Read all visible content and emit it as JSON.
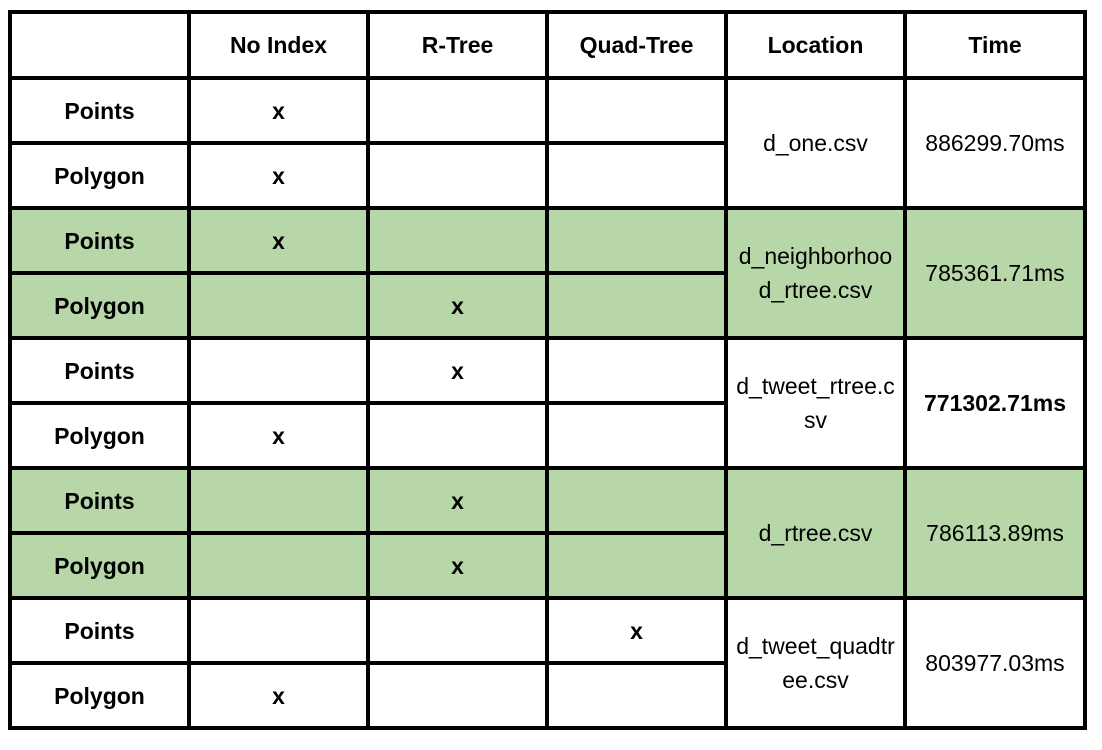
{
  "table": {
    "headers": [
      "",
      "No Index",
      "R-Tree",
      "Quad-Tree",
      "Location",
      "Time"
    ],
    "groups": [
      {
        "shaded": false,
        "location": "d_one.csv",
        "time": "886299.70ms",
        "time_bold": false,
        "rows": [
          {
            "label": "Points",
            "no_index": "x",
            "r_tree": "",
            "quad_tree": ""
          },
          {
            "label": "Polygon",
            "no_index": "x",
            "r_tree": "",
            "quad_tree": ""
          }
        ]
      },
      {
        "shaded": true,
        "location": "d_neighborhood_rtree.csv",
        "time": "785361.71ms",
        "time_bold": false,
        "rows": [
          {
            "label": "Points",
            "no_index": "x",
            "r_tree": "",
            "quad_tree": ""
          },
          {
            "label": "Polygon",
            "no_index": "",
            "r_tree": "x",
            "quad_tree": ""
          }
        ]
      },
      {
        "shaded": false,
        "location": "d_tweet_rtree.csv",
        "time": "771302.71ms",
        "time_bold": true,
        "rows": [
          {
            "label": "Points",
            "no_index": "",
            "r_tree": "x",
            "quad_tree": ""
          },
          {
            "label": "Polygon",
            "no_index": "x",
            "r_tree": "",
            "quad_tree": ""
          }
        ]
      },
      {
        "shaded": true,
        "location": "d_rtree.csv",
        "time": "786113.89ms",
        "time_bold": false,
        "rows": [
          {
            "label": "Points",
            "no_index": "",
            "r_tree": "x",
            "quad_tree": ""
          },
          {
            "label": "Polygon",
            "no_index": "",
            "r_tree": "x",
            "quad_tree": ""
          }
        ]
      },
      {
        "shaded": false,
        "location": "d_tweet_quadtree.csv",
        "time": "803977.03ms",
        "time_bold": false,
        "rows": [
          {
            "label": "Points",
            "no_index": "",
            "r_tree": "",
            "quad_tree": "x"
          },
          {
            "label": "Polygon",
            "no_index": "x",
            "r_tree": "",
            "quad_tree": ""
          }
        ]
      }
    ]
  },
  "colors": {
    "shade": "#b7d7a8",
    "border": "#000000",
    "background": "#ffffff"
  }
}
